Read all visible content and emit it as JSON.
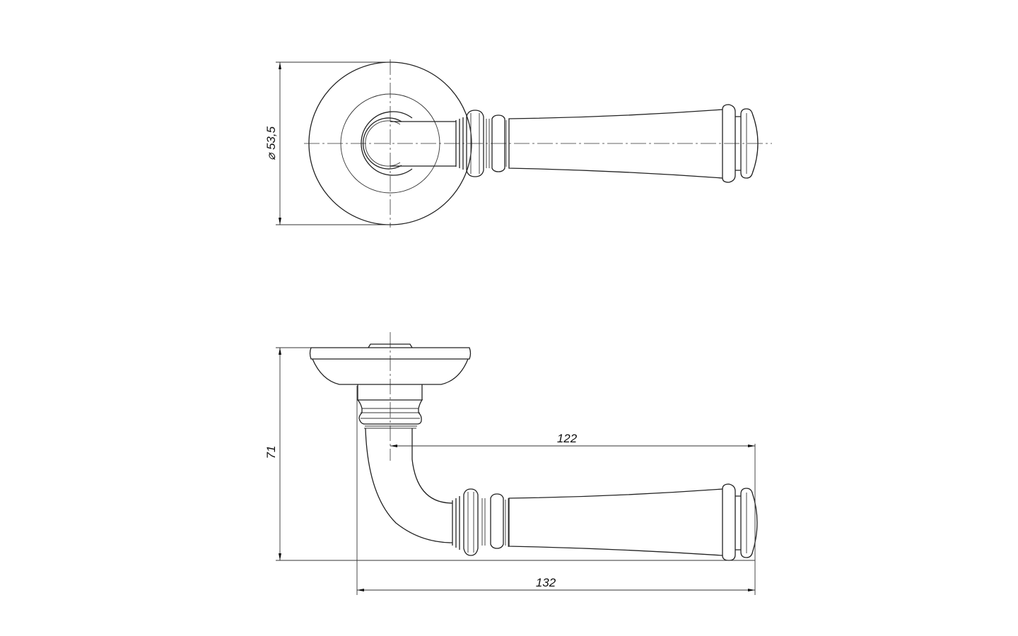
{
  "drawing": {
    "top_view": {
      "diameter_label": "⌀ 53,5"
    },
    "side_view": {
      "height_label": "71",
      "grip_length_label": "122",
      "overall_length_label": "132"
    }
  }
}
